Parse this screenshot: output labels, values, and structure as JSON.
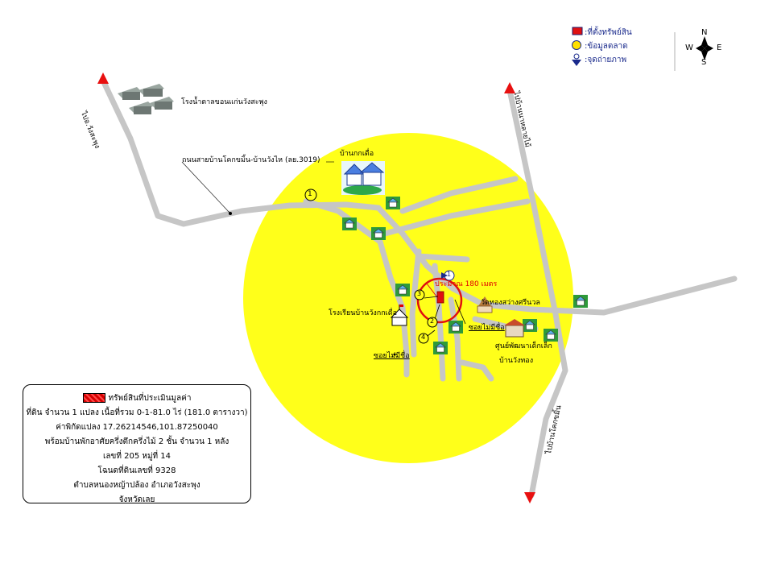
{
  "legend": {
    "property": "ที่ตั้งทรัพย์สิน",
    "market": "ข้อมูลตลาด",
    "photo": "จุดถ่ายภาพ"
  },
  "compass": {
    "n": "N",
    "s": "S",
    "e": "E",
    "w": "W"
  },
  "places": {
    "sugar_factory": "โรงน้ำตาลขอนแก่นวังสะพุง",
    "road_main": "ถนนสายบ้านโคกขมิ้น-บ้านวังไห (ลย.3019)",
    "village": "บ้านกกเดื่อ",
    "radius": "ประมาณ 180 เมตร",
    "temple": "วัดทองสว่างศรีนวล",
    "school": "โรงเรียนบ้านวังกกเดื่อ",
    "soi1": "ซอยไม่มีชื่อ",
    "soi2": "ซอยไม่มีชื่อ",
    "child_center_1": "ศูนย์พัฒนาเด็กเล็ก",
    "child_center_2": "บ้านวังทอง",
    "to_wangsaphung": "ไปอ.วังสะพุง",
    "to_north_right": "ไปบ้านนาหลายไม้",
    "to_south": "ไปบ้านโคกขมิ้น"
  },
  "markers": {
    "m1a": "1",
    "m1b": "1",
    "m2": "2",
    "m3": "3",
    "m4": "4"
  },
  "info": {
    "title": "ทรัพย์สินที่ประเมินมูลค่า",
    "line1": "ที่ดิน จำนวน 1 แปลง เนื้อที่รวม 0-1-81.0 ไร่ (181.0 ตารางวา)",
    "line2": "ค่าพิกัดแปลง 17.26214546,101.87250040",
    "line3": "พร้อมบ้านพักอาศัยครึ่งตึกครึ่งไม้ 2 ชั้น จำนวน 1 หลัง",
    "line4": "เลขที่ 205 หมู่ที่ 14",
    "line5": "โฉนดที่ดินเลขที่ 9328",
    "line6": "ตำบลหนองหญ้าปล้อง อำเภอวังสะพุง",
    "line7": "จังหวัดเลย"
  },
  "colors": {
    "zone": "#ffff1a",
    "road": "#c8c8c8",
    "arrow": "#e81010",
    "legend_text": "#1a2a8c",
    "circle": "#e01010"
  }
}
